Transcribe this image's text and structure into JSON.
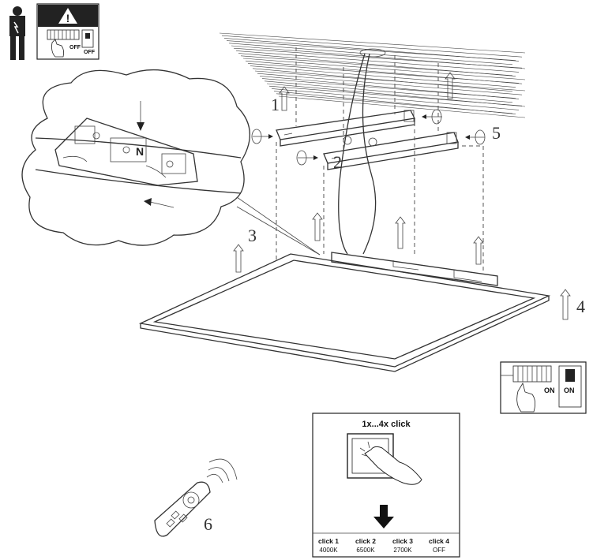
{
  "steps": [
    "1",
    "2",
    "3",
    "4",
    "5",
    "6"
  ],
  "power_off": {
    "switch_label": "OFF",
    "breaker_label": "OFF"
  },
  "power_on": {
    "switch_label": "ON",
    "breaker_label": "ON"
  },
  "click_panel": {
    "title": "1x...4x click",
    "options": [
      {
        "label": "click 1",
        "value": "4000K"
      },
      {
        "label": "click 2",
        "value": "6500K"
      },
      {
        "label": "click 3",
        "value": "2700K"
      },
      {
        "label": "click 4",
        "value": "OFF"
      }
    ]
  },
  "colors": {
    "line": "#333333",
    "background": "#ffffff"
  }
}
